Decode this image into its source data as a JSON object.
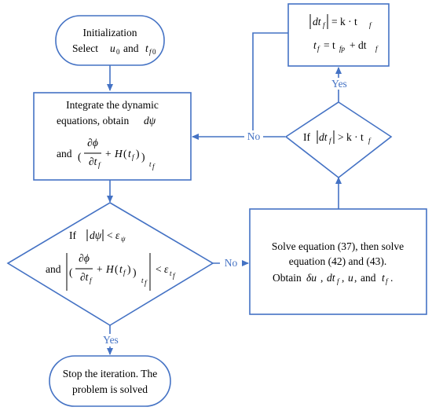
{
  "colors": {
    "stroke": "#4472C4",
    "text": "#000000",
    "label": "#4472C4"
  },
  "nodes": {
    "init": {
      "line1": "Initialization",
      "line2": "Select",
      "and": "and"
    },
    "integrate": {
      "line1": "Integrate the dynamic",
      "line2": "equations, obtain",
      "and": "and"
    },
    "decision": {
      "if": "If",
      "and": "and"
    },
    "stop": {
      "line1": "Stop the iteration. The",
      "line2": "problem is solved"
    },
    "solve": {
      "line1": "Solve equation (37), then solve",
      "line2": "equation (42) and (43).",
      "line3": "Obtain",
      "sep": ",",
      "and": "and"
    },
    "check": {
      "if": "If"
    },
    "update": {
      "eq1": "= k · t",
      "eq2": "= t",
      "plus": "+ dt"
    }
  },
  "edges": {
    "yes": "Yes",
    "no": "No"
  }
}
